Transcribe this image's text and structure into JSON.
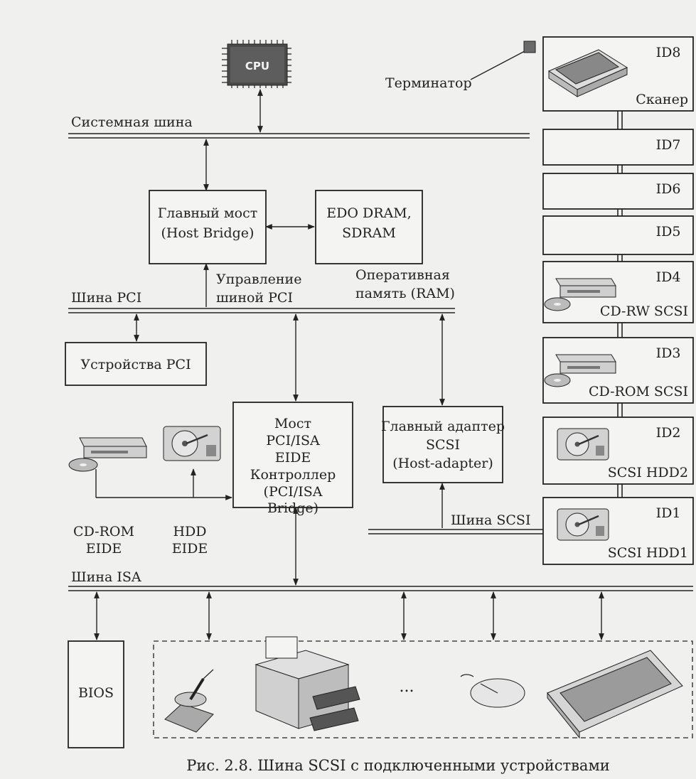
{
  "cpu_label": "CPU",
  "labels": {
    "system_bus": "Системная шина",
    "pci_bus": "Шина PCI",
    "pci_control": [
      "Управление",
      "шиной PCI"
    ],
    "ram": [
      "Оперативная",
      "память (RAM)"
    ],
    "isa_bus": "Шина ISA",
    "scsi_bus": "Шина SCSI",
    "terminator": "Терминатор",
    "cdrom_eide": [
      "CD-ROM",
      "EIDE"
    ],
    "hdd_eide": [
      "HDD",
      "EIDE"
    ],
    "ellipsis": "..."
  },
  "boxes": {
    "host_bridge": [
      "Главный мост",
      "(Host Bridge)"
    ],
    "dram": [
      "EDO DRAM,",
      "SDRAM"
    ],
    "pci_devices": [
      "Устройства PCI"
    ],
    "pci_isa_bridge": [
      "Мост",
      "PCI/ISA",
      "EIDE",
      "Контроллер",
      "(PCI/ISA",
      "Bridge)"
    ],
    "scsi_adapter": [
      "Главный адаптер",
      "SCSI",
      "(Host-adapter)"
    ],
    "bios": [
      "BIOS"
    ]
  },
  "scsi_chain": [
    {
      "id": "ID8",
      "name": "Сканер",
      "device": "scanner"
    },
    {
      "id": "ID7",
      "name": "",
      "device": ""
    },
    {
      "id": "ID6",
      "name": "",
      "device": ""
    },
    {
      "id": "ID5",
      "name": "",
      "device": ""
    },
    {
      "id": "ID4",
      "name": "CD-RW SCSI",
      "device": "optical-drive"
    },
    {
      "id": "ID3",
      "name": "CD-ROM SCSI",
      "device": "optical-drive"
    },
    {
      "id": "ID2",
      "name": "SCSI HDD2",
      "device": "hard-drive"
    },
    {
      "id": "ID1",
      "name": "SCSI HDD1",
      "device": "hard-drive"
    }
  ],
  "isa_devices": [
    "joystick",
    "printer",
    "ellipsis",
    "mouse",
    "keyboard"
  ],
  "caption": "Рис. 2.8. Шина SCSI с подключенными устройствами"
}
